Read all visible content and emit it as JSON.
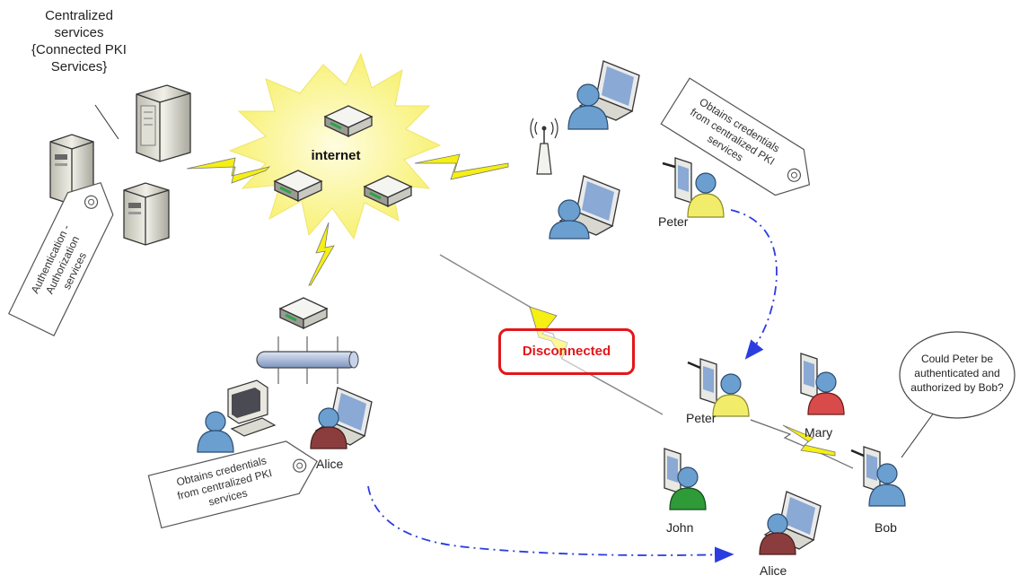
{
  "labels": {
    "centralized": [
      "Centralized",
      "services",
      "{Connected PKI",
      "Services}"
    ],
    "internet": "internet",
    "auth_tag": [
      "Authentication -",
      "Authorization",
      "services"
    ],
    "obtains_top": [
      "Obtains credentials",
      "from centralized PKI",
      "services"
    ],
    "obtains_bottom": [
      "Obtains credentials",
      "from centralized PKI",
      "services"
    ],
    "disconnected": "Disconnected",
    "question": [
      "Could Peter be",
      "authenticated and",
      "authorized by Bob?"
    ]
  },
  "people": {
    "peter_top": "Peter",
    "alice_left": "Alice",
    "peter_right": "Peter",
    "mary": "Mary",
    "john": "John",
    "bob": "Bob",
    "alice_bottom": "Alice"
  },
  "colors": {
    "lightning": "#f5ef14",
    "burst": "#fbf68a",
    "blue_person": "#6a9fd0",
    "yellow_person": "#f1ec6a",
    "red_person": "#d94a4a",
    "green_person": "#2e9a38",
    "maroon_person": "#8b3d3d",
    "arrow": "#2c3de0",
    "disconnected": "#e3161a"
  }
}
